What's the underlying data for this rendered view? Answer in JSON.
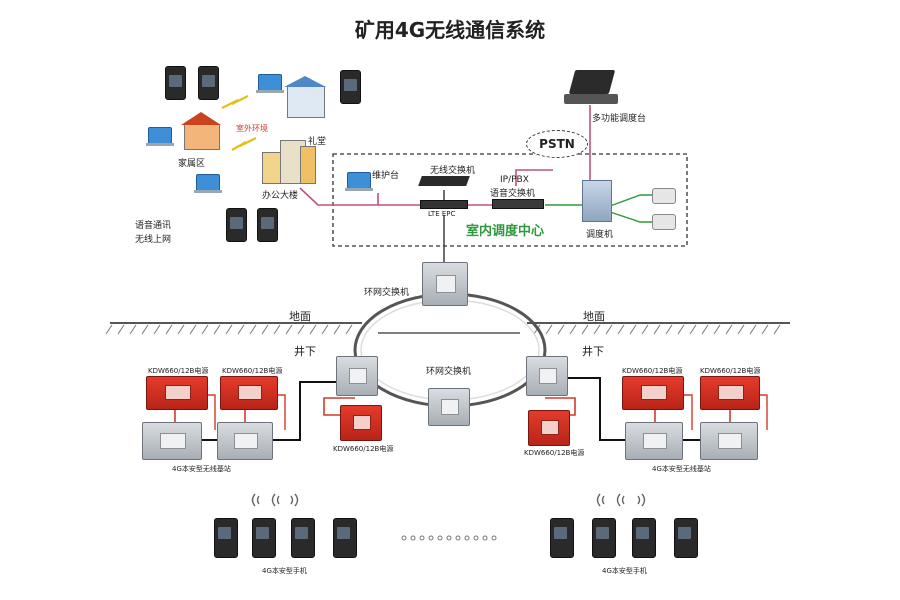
{
  "title": "矿用4G无线通信系统",
  "top": {
    "multi_console": "多功能调度台",
    "pstn": "PSTN",
    "outdoor": "室外环境",
    "hall": "礼堂",
    "family": "家属区",
    "office": "办公大楼",
    "voice_wireless_1": "语音通讯",
    "voice_wireless_2": "无线上网",
    "maint": "维护台",
    "wireless_switch": "无线交换机",
    "lte_epc": "LTE EPC",
    "ip_pbx_1": "IP/PBX",
    "ip_pbx_2": "语音交换机",
    "dispatcher": "调度机",
    "indoor_center": "室内调度中心"
  },
  "ring": {
    "top_switch": "环网交换机",
    "center_switch": "环网交换机",
    "ground_left": "地面",
    "ground_right": "地面",
    "under_left": "井下",
    "under_right": "井下"
  },
  "power": {
    "l1": "KDW660/12B电源",
    "l2": "KDW660/12B电源",
    "c_left": "KDW660/12B电源",
    "c_right": "KDW660/12B电源",
    "r1": "KDW660/12B电源",
    "r2": "KDW660/12B电源"
  },
  "base_stations": {
    "left": "4G本安型无线基站",
    "right": "4G本安型无线基站"
  },
  "handsets": {
    "left": "4G本安型手机",
    "right": "4G本安型手机"
  },
  "colors": {
    "pink_line": "#c2507e",
    "green_line": "#2e9a3c",
    "red_line": "#d43a2a",
    "black_line": "#111111"
  }
}
